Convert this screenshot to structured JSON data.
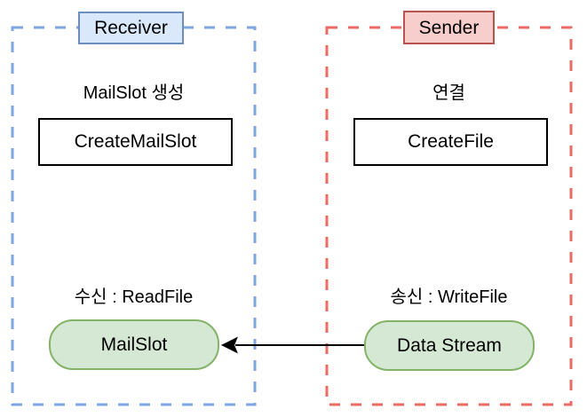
{
  "diagram": {
    "title_hint": "MailSlot IPC diagram",
    "receiver": {
      "label": "Receiver",
      "step1_caption": "MailSlot 생성",
      "step1_api": "CreateMailSlot",
      "step2_caption": "수신 : ReadFile",
      "node": "MailSlot"
    },
    "sender": {
      "label": "Sender",
      "step1_caption": "연결",
      "step1_api": "CreateFile",
      "step2_caption": "송신 : WriteFile",
      "node": "Data Stream"
    },
    "arrow": {
      "from": "Data Stream",
      "to": "MailSlot",
      "direction": "right-to-left"
    },
    "colors": {
      "receiver_dash_border": "#7EA6E0",
      "receiver_label_bg": "#dae8fc",
      "receiver_label_border": "#6c8ebf",
      "sender_dash_border": "#EA6B66",
      "sender_label_bg": "#f8cecc",
      "sender_label_border": "#b85450",
      "node_bg": "#d5e8d4",
      "node_border": "#82b366",
      "api_box_border": "#000000",
      "arrow": "#000000",
      "background": "#ffffff"
    }
  }
}
